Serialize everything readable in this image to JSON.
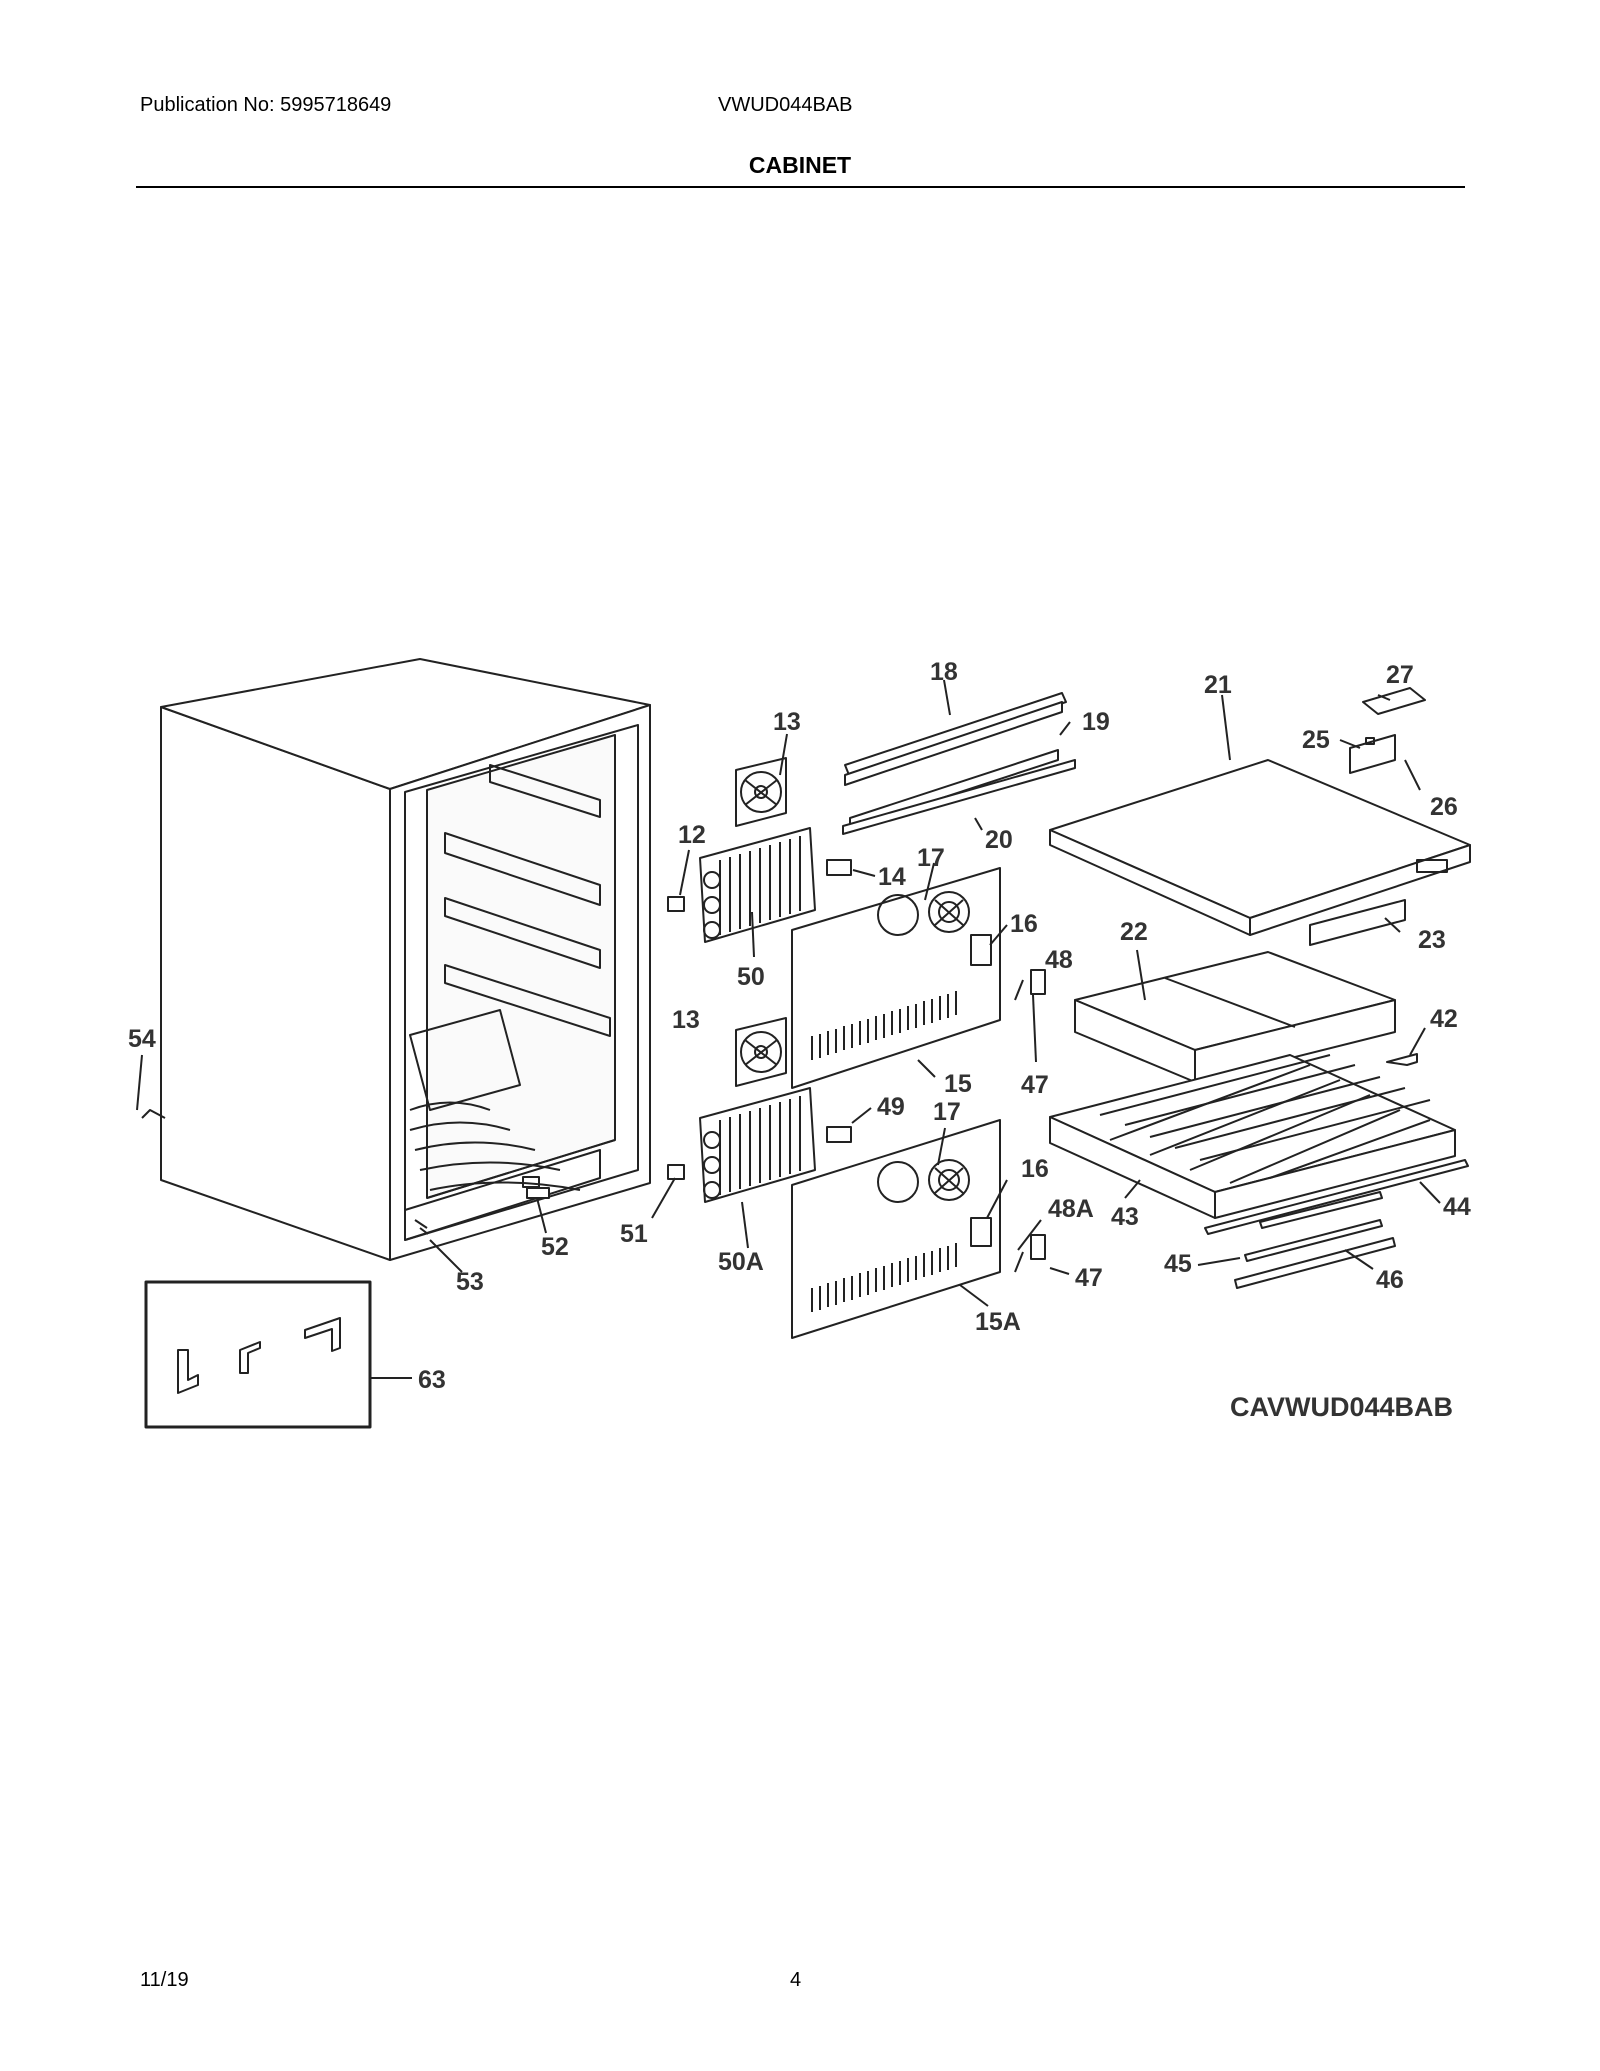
{
  "header": {
    "publication": "Publication No: 5995718649",
    "model": "VWUD044BAB",
    "section_title": "CABINET"
  },
  "diagram": {
    "code": "CAVWUD044BAB",
    "callouts": [
      "18",
      "13",
      "19",
      "21",
      "27",
      "25",
      "26",
      "12",
      "20",
      "14",
      "17",
      "16",
      "50",
      "22",
      "23",
      "48",
      "54",
      "13",
      "42",
      "15",
      "47",
      "17",
      "49",
      "16",
      "48A",
      "43",
      "44",
      "51",
      "52",
      "50A",
      "53",
      "45",
      "47",
      "46",
      "15A",
      "63"
    ]
  },
  "footer": {
    "date": "11/19",
    "page": "4"
  }
}
